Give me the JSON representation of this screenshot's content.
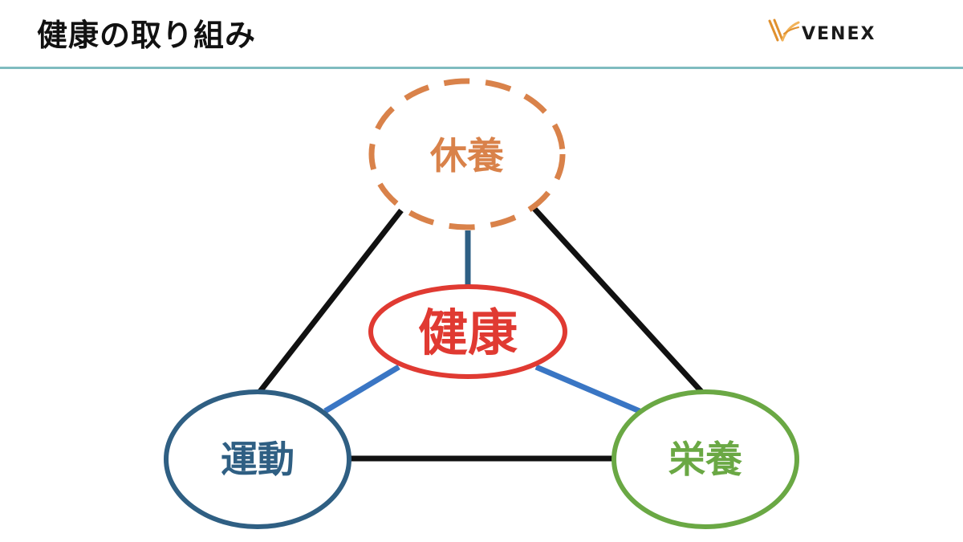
{
  "header": {
    "title": "健康の取り組み",
    "logo_text": "VENEX"
  },
  "diagram": {
    "center": {
      "label": "健康",
      "color": "#e03a32"
    },
    "nodes": [
      {
        "id": "rest",
        "label": "休養",
        "color": "#d9824a",
        "border": "dashed"
      },
      {
        "id": "exercise",
        "label": "運動",
        "color": "#2f5f83",
        "border": "solid"
      },
      {
        "id": "nutrition",
        "label": "栄養",
        "color": "#6aa844",
        "border": "solid"
      }
    ],
    "colors": {
      "outer_edges": "#111111",
      "center_to_rest": "#2e5f84",
      "center_to_sides": "#3a76c4",
      "header_rule": "#7fbcc0",
      "logo_accent": "#e0902e"
    }
  }
}
